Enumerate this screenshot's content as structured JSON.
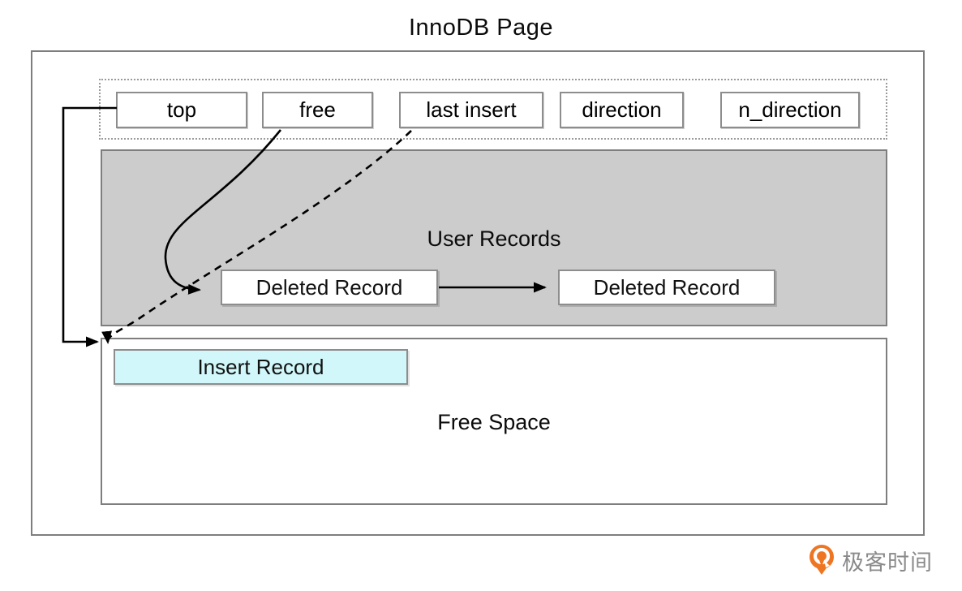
{
  "page": {
    "title": "InnoDB Page"
  },
  "header_fields": {
    "items": [
      {
        "label": "top"
      },
      {
        "label": "free"
      },
      {
        "label": "last insert"
      },
      {
        "label": "direction"
      },
      {
        "label": "n_direction"
      }
    ]
  },
  "user_records": {
    "title": "User Records",
    "deleted_record_1": "Deleted Record",
    "deleted_record_2": "Deleted Record"
  },
  "free_space": {
    "title": "Free Space",
    "insert_record": "Insert Record"
  },
  "diagram": {
    "arrows": [
      {
        "from": "top",
        "to": "free-space-insert-point",
        "style": "solid-elbow"
      },
      {
        "from": "free",
        "to": "deleted-record-1",
        "style": "solid-curve"
      },
      {
        "from": "deleted-record-1",
        "to": "deleted-record-2",
        "style": "solid-straight"
      },
      {
        "from": "last insert",
        "to": "insert-record",
        "style": "dashed-curve"
      }
    ]
  },
  "branding": {
    "logo_text": "极客时间"
  },
  "colors": {
    "user_records_bg": "#cccccc",
    "insert_record_bg": "#d1f7fa",
    "frame_border": "#7e7e7e",
    "box_border": "#8d8d8d",
    "arrow": "#000000",
    "logo_orange": "#ee7623",
    "logo_text_gray": "#8a8a8a"
  }
}
